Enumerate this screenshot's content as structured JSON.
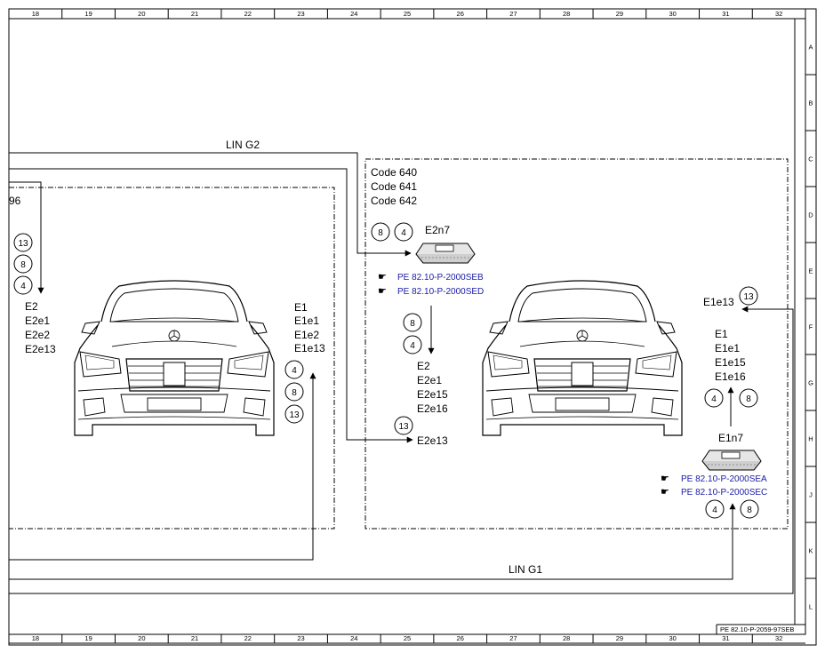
{
  "grid": {
    "columns": [
      "18",
      "19",
      "20",
      "21",
      "22",
      "23",
      "24",
      "25",
      "26",
      "27",
      "28",
      "29",
      "30",
      "31",
      "32"
    ],
    "rows": [
      "A",
      "B",
      "C",
      "D",
      "E",
      "F",
      "G",
      "H",
      "J",
      "K",
      "L"
    ]
  },
  "buses": {
    "lin_g2": "LIN G2",
    "lin_g1": "LIN G1"
  },
  "left_area": {
    "fragment": "96",
    "left_group": {
      "pins": [
        "13",
        "8",
        "4"
      ],
      "labels": [
        "E2",
        "E2e1",
        "E2e2",
        "E2e13"
      ]
    },
    "right_group": {
      "labels": [
        "E1",
        "E1e1",
        "E1e2",
        "E1e13"
      ],
      "pins": [
        "4",
        "8",
        "13"
      ]
    }
  },
  "right_area": {
    "codes": [
      "Code 640",
      "Code 641",
      "Code 642"
    ],
    "e2n7": {
      "label": "E2n7",
      "pins": [
        "8",
        "4"
      ],
      "refs": [
        "PE 82.10-P-2000SEB",
        "PE 82.10-P-2000SED"
      ]
    },
    "e2_group": {
      "pins": [
        "8",
        "4"
      ],
      "labels": [
        "E2",
        "E2e1",
        "E2e15",
        "E2e16"
      ]
    },
    "e2e13": {
      "pin": "13",
      "label": "E2e13"
    },
    "e1e13": {
      "pin": "13",
      "label": "E1e13"
    },
    "e1_group": {
      "labels": [
        "E1",
        "E1e1",
        "E1e15",
        "E1e16"
      ],
      "pins": [
        "4",
        "8"
      ]
    },
    "e1n7": {
      "label": "E1n7",
      "refs": [
        "PE 82.10-P-2000SEA",
        "PE 82.10-P-2000SEC"
      ],
      "pins": [
        "4",
        "8"
      ]
    }
  },
  "footer_ref": "PE 82.10-P-2059-97SEB",
  "colors": {
    "reference_blue": "#1a1aa8",
    "line": "#000000"
  }
}
